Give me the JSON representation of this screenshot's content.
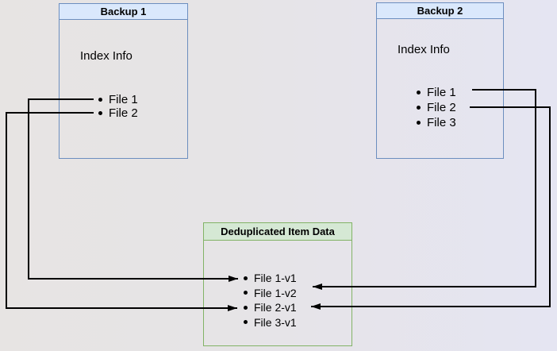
{
  "diagram": {
    "backup1": {
      "title": "Backup 1",
      "label": "Index Info",
      "items": [
        "File 1",
        "File 2"
      ]
    },
    "backup2": {
      "title": "Backup 2",
      "label": "Index Info",
      "items": [
        "File 1",
        "File 2",
        "File 3"
      ]
    },
    "dedup": {
      "title": "Deduplicated Item Data",
      "items": [
        "File 1-v1",
        "File 1-v2",
        "File 2-v1",
        "File 3-v1"
      ]
    },
    "connections": [
      {
        "from": "Backup 1 / File 1",
        "to": "Deduplicated Item Data / File 1-v1"
      },
      {
        "from": "Backup 1 / File 2",
        "to": "Deduplicated Item Data / File 2-v1"
      },
      {
        "from": "Backup 2 / File 1",
        "to": "Deduplicated Item Data / File 1-v2"
      },
      {
        "from": "Backup 2 / File 2",
        "to": "Deduplicated Item Data / File 2-v1"
      }
    ],
    "colors": {
      "background_left": "#e7e4e3",
      "background_right": "#e5e5f2",
      "backup_header_fill": "#dae8fc",
      "backup_border": "#6c8ebf",
      "dedup_header_fill": "#d5e8d4",
      "dedup_border": "#82b366",
      "connector": "#000000",
      "text": "#000000"
    }
  }
}
